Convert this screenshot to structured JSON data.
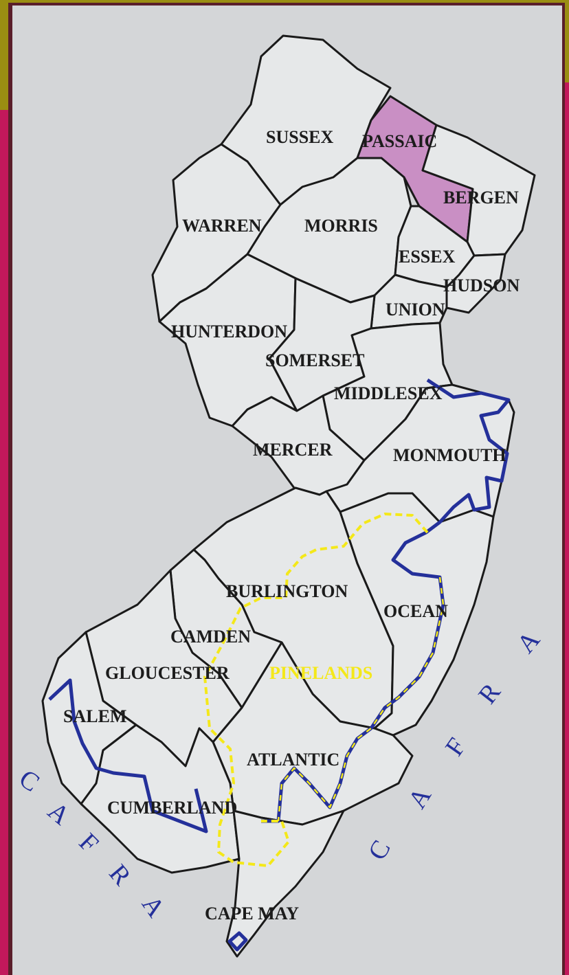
{
  "colors": {
    "sea": "#d4d6d8",
    "land": "#e6e8e9",
    "highlight": "#c98fc4",
    "cafra": "#24309a",
    "pinelands": "#f4e81a",
    "border": "#1a1a1a",
    "frame_outer": "#9a8e12",
    "frame_inner": "#5a1e2a"
  },
  "counties": {
    "sussex": "SUSSEX",
    "passaic": "PASSAIC",
    "bergen": "BERGEN",
    "warren": "WARREN",
    "morris": "MORRIS",
    "essex": "ESSEX",
    "hudson": "HUDSON",
    "union": "UNION",
    "hunterdon": "HUNTERDON",
    "somerset": "SOMERSET",
    "middlesex": "MIDDLESEX",
    "mercer": "MERCER",
    "monmouth": "MONMOUTH",
    "burlington": "BURLINGTON",
    "ocean": "OCEAN",
    "camden": "CAMDEN",
    "gloucester": "GLOUCESTER",
    "salem": "SALEM",
    "atlantic": "ATLANTIC",
    "cumberland": "CUMBERLAND",
    "cape_may": "CAPE MAY"
  },
  "regions": {
    "pinelands": "PINELANDS",
    "cafra_left": [
      "C",
      "A",
      "F",
      "R",
      "A"
    ],
    "cafra_right": [
      "C",
      "A",
      "F",
      "R",
      "A"
    ]
  },
  "highlighted": [
    "passaic",
    "bergen"
  ]
}
